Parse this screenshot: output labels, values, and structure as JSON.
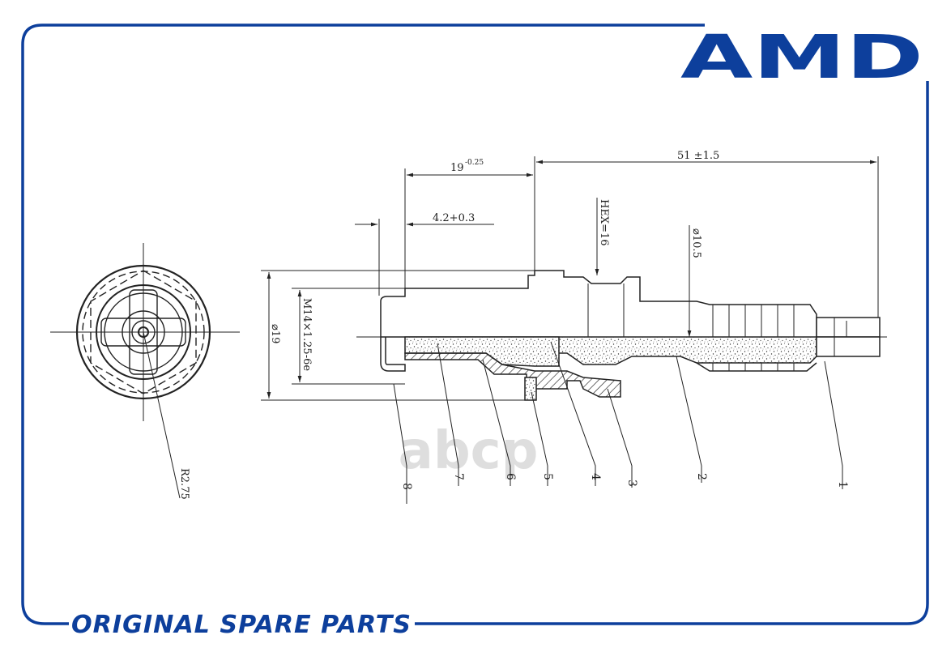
{
  "brand": {
    "logo": "AMD",
    "color": "#0d3f9c"
  },
  "watermark": "abcp",
  "footer": {
    "tagline": "ORIGINAL SPARE PARTS"
  },
  "dimensions": {
    "overall_length": "51 ±1.5",
    "hex_to_seat_base": "19",
    "hex_to_seat_tol": "-0.25",
    "gap_length": "4.2+0.3",
    "hex": "HEX=16",
    "thread_dia": "⌀10.5",
    "seat_dia": "⌀19",
    "thread": "M14×1.25-6e",
    "radius": "R2.75"
  },
  "callouts": [
    "1",
    "2",
    "3",
    "4",
    "5",
    "6",
    "7",
    "8"
  ]
}
